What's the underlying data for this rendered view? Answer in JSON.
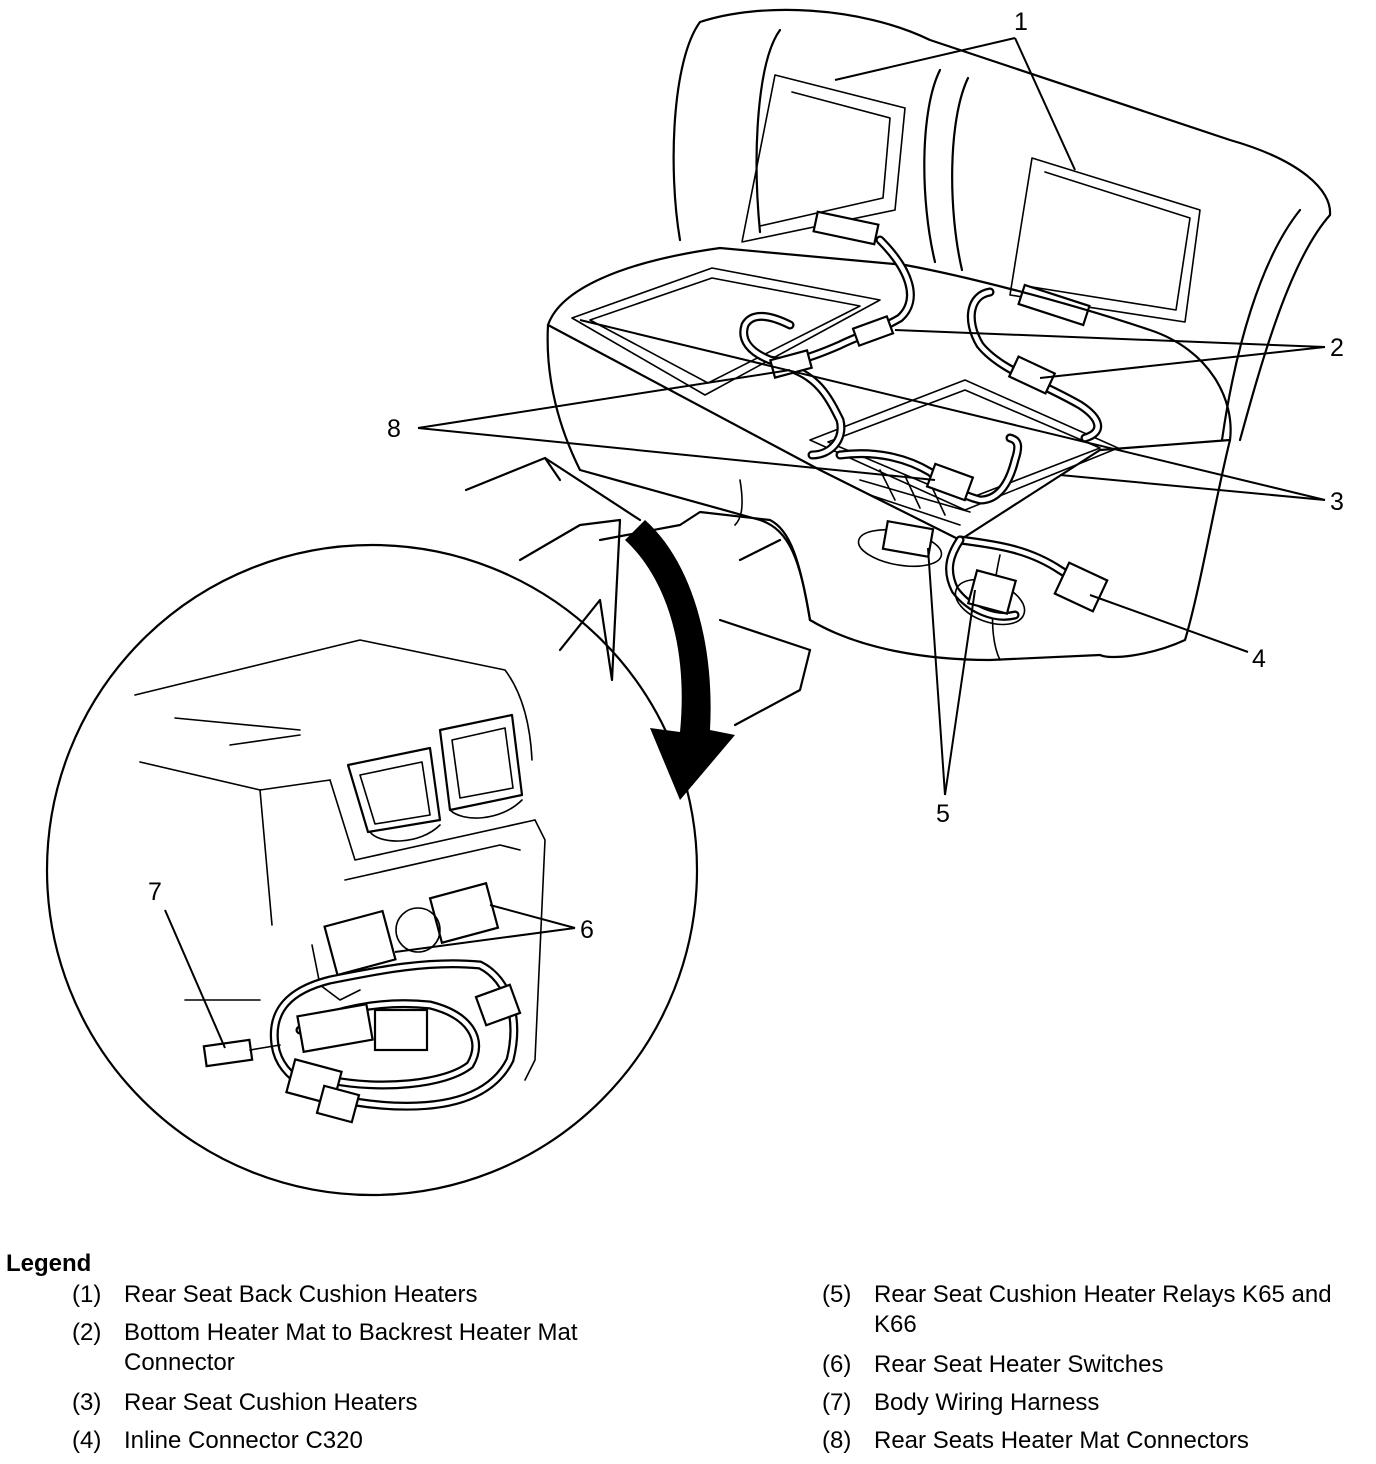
{
  "callouts": [
    "1",
    "2",
    "3",
    "4",
    "5",
    "6",
    "7",
    "8"
  ],
  "legend": {
    "title": "Legend",
    "items": [
      {
        "num": "(1)",
        "text": "Rear Seat Back Cushion Heaters"
      },
      {
        "num": "(2)",
        "text": "Bottom Heater Mat to Backrest Heater Mat Connector"
      },
      {
        "num": "(3)",
        "text": "Rear Seat Cushion Heaters"
      },
      {
        "num": "(4)",
        "text": "Inline Connector C320"
      },
      {
        "num": "(5)",
        "text": "Rear Seat Cushion Heater Relays K65 and K66"
      },
      {
        "num": "(6)",
        "text": "Rear Seat Heater Switches"
      },
      {
        "num": "(7)",
        "text": "Body Wiring Harness"
      },
      {
        "num": "(8)",
        "text": "Rear Seats Heater Mat Connectors"
      }
    ]
  }
}
